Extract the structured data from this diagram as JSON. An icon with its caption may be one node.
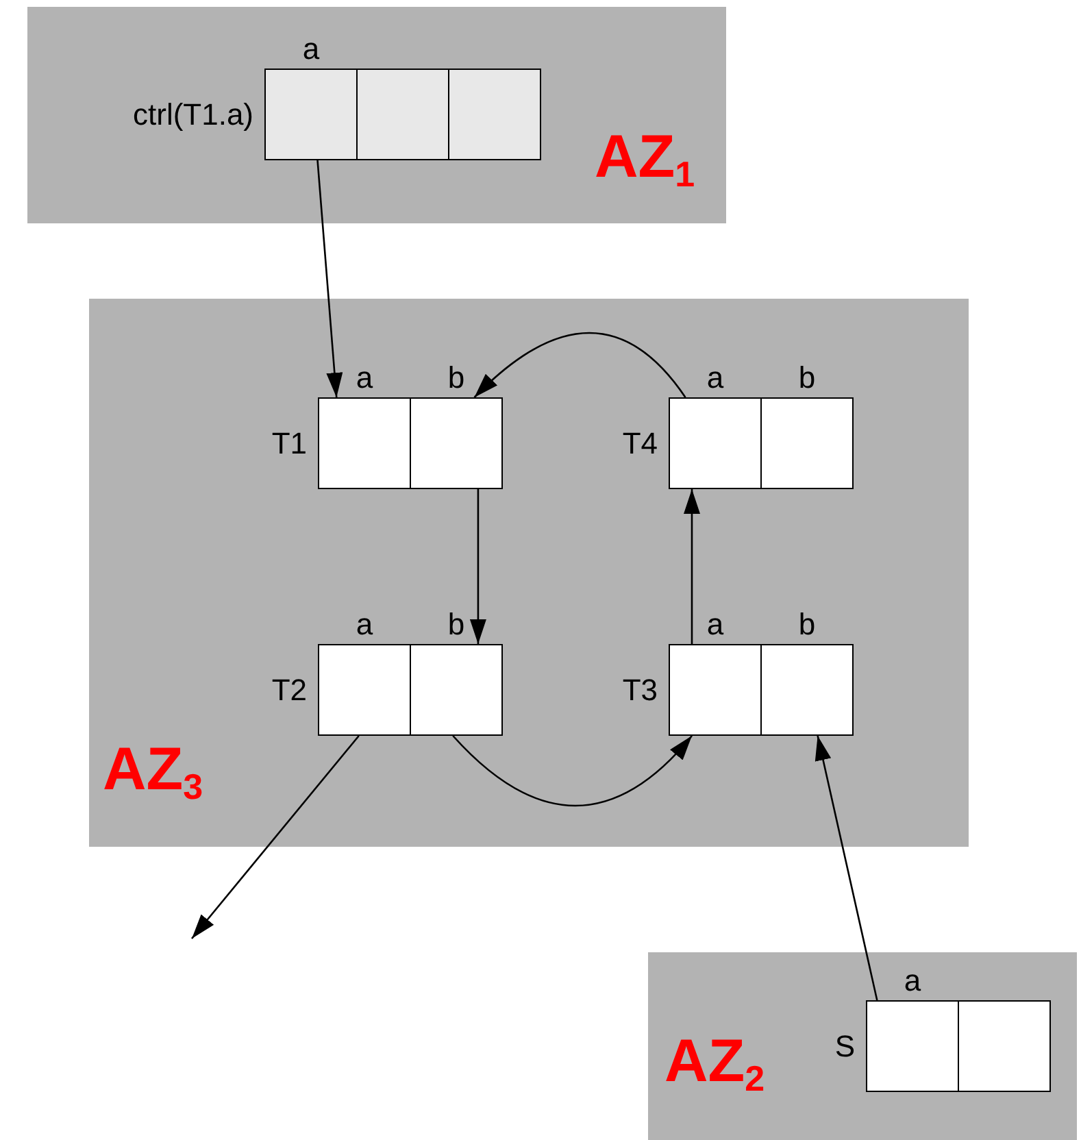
{
  "diagram": {
    "nodes": [
      {
        "text": [
          "AZ$_{1}$"
        ]
      },
      {
        "text": [
          "ctrl(T1.a)"
        ],
        "in": 0
      },
      {
        "text": [
          "a"
        ],
        "in": 1
      },
      {
        "text": [],
        "shape": "box",
        "in": 1
      },
      {
        "text": [],
        "shape": "box",
        "in": 1
      },
      {
        "text": [
          "AZ$_{3}$"
        ]
      },
      {
        "text": [
          "T1"
        ],
        "in": 5
      },
      {
        "text": [
          "a"
        ],
        "in": 6
      },
      {
        "text": [
          "b"
        ],
        "in": 6
      },
      {
        "text": [
          "T4"
        ],
        "in": 5
      },
      {
        "text": [
          "a"
        ],
        "in": 9
      },
      {
        "text": [
          "b"
        ],
        "in": 9
      },
      {
        "text": [
          "T2"
        ],
        "in": 5
      },
      {
        "text": [
          "a"
        ],
        "in": 12
      },
      {
        "text": [
          "b"
        ],
        "in": 12
      },
      {
        "text": [
          "T3"
        ],
        "in": 5
      },
      {
        "text": [
          "a"
        ],
        "in": 15
      },
      {
        "text": [
          "b"
        ],
        "in": 15
      },
      {
        "text": [
          "AZ$_{2}$"
        ]
      },
      {
        "text": [
          "S"
        ],
        "in": 18
      },
      {
        "text": [
          "a"
        ],
        "in": 19
      },
      {
        "text": [],
        "shape": "box",
        "in": 19
      }
    ],
    "edges": [
      {
        "from": 2,
        "to": 7,
        "arrow": "to"
      },
      {
        "from": 10,
        "to": 8,
        "arrow": "to"
      },
      {
        "from": 8,
        "to": 14,
        "arrow": "to"
      },
      {
        "from": 14,
        "to": 16,
        "arrow": "to"
      },
      {
        "from": 16,
        "to": 10,
        "arrow": "to"
      },
      {
        "from": 20,
        "to": 17,
        "arrow": "to"
      },
      {
        "from": 13,
        "to": null,
        "arrow": "to"
      }
    ]
  }
}
